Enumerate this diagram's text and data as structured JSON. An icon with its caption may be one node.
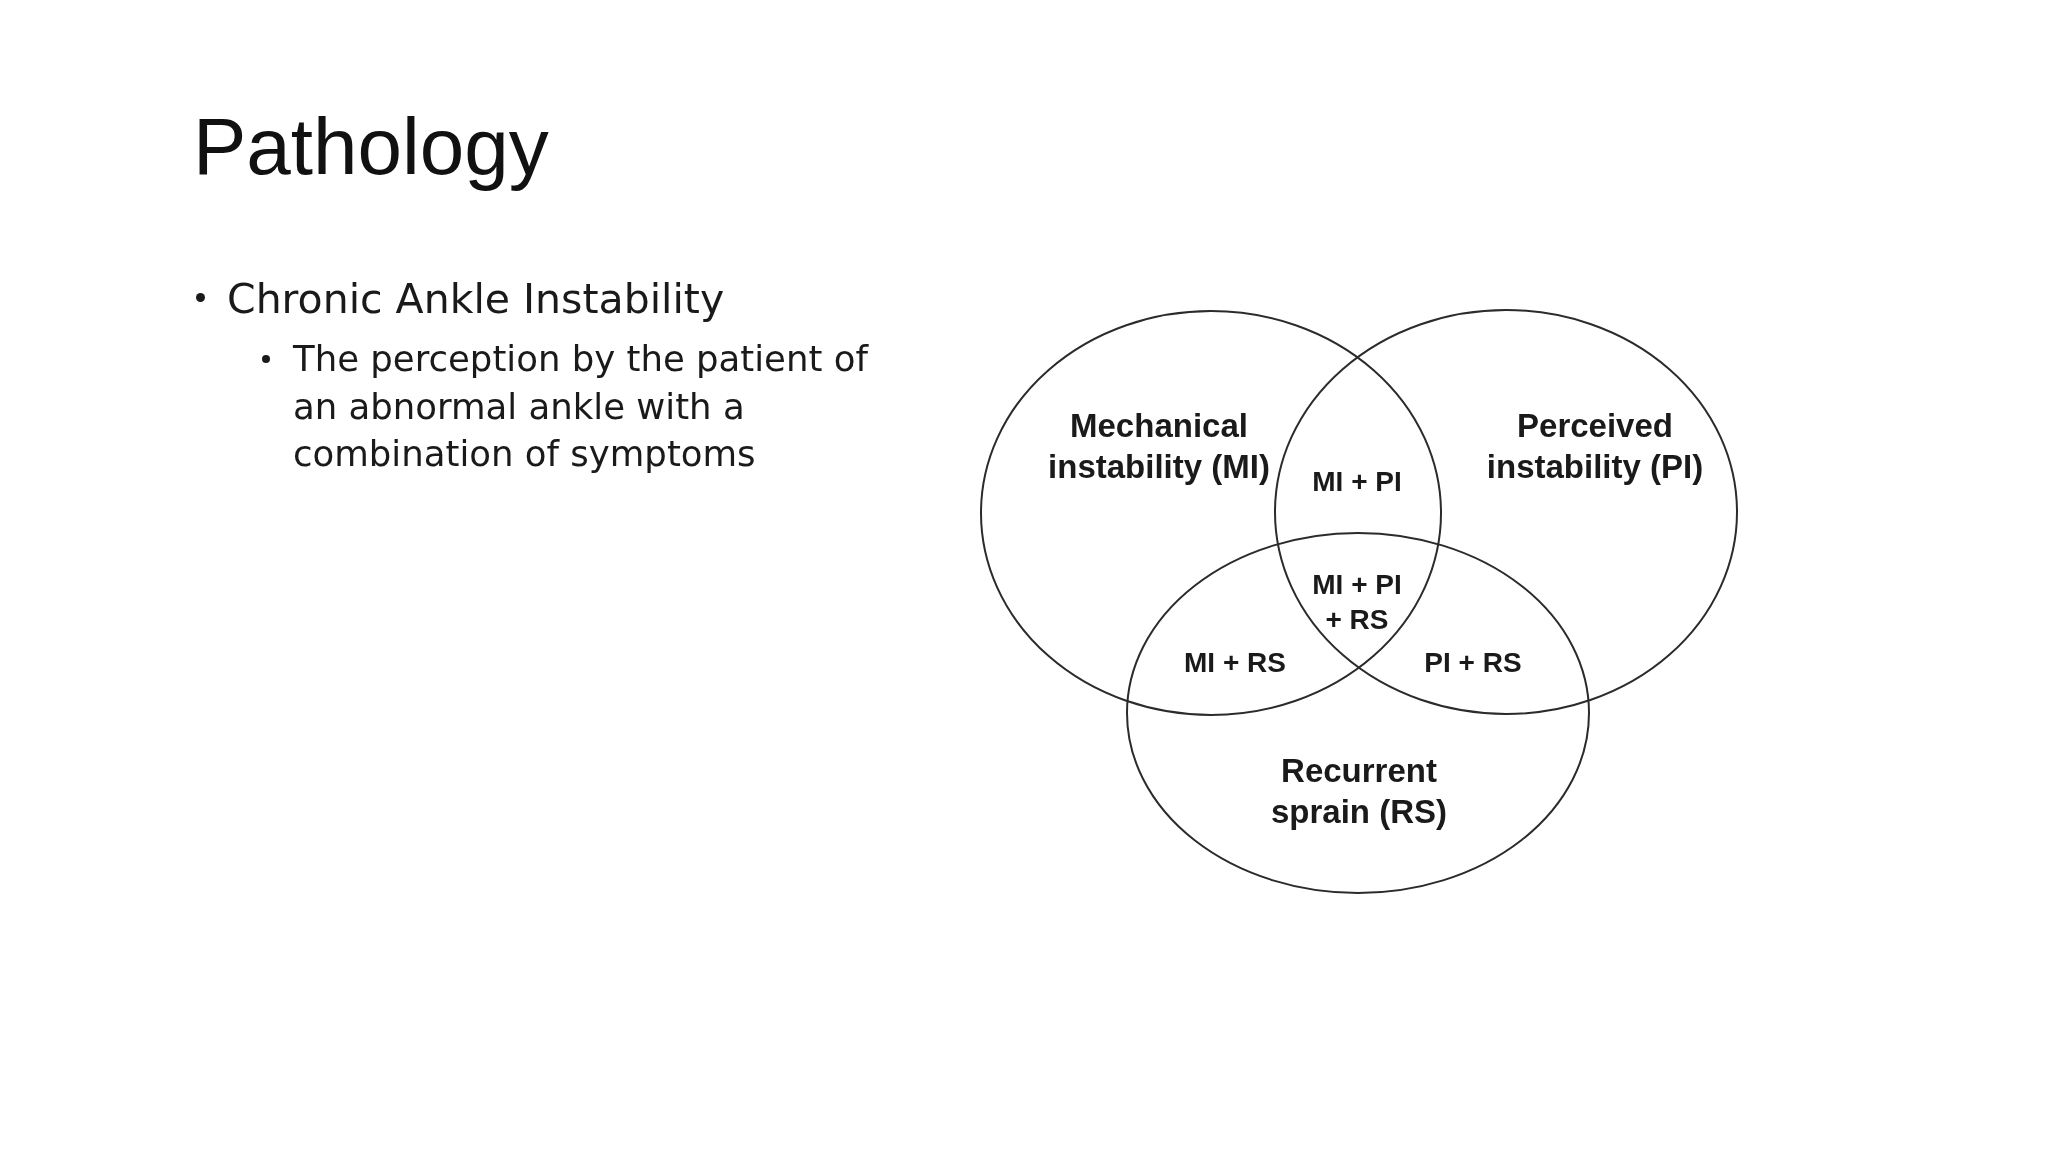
{
  "diagram": {
    "title": "Pathology",
    "nodes": [
      {
        "text": [
          "Mechanical instability (MI)"
        ]
      },
      {
        "text": [
          "Perceived instability (PI)"
        ]
      },
      {
        "text": [
          "Recurrent sprain (RS)"
        ]
      }
    ],
    "labels": [
      "Chronic Ankle Instability",
      "The perception by the patient of an abnormal ankle with a combination of symptoms",
      "MI + PI",
      "MI + PI + RS",
      "MI + RS",
      "PI + RS"
    ]
  }
}
